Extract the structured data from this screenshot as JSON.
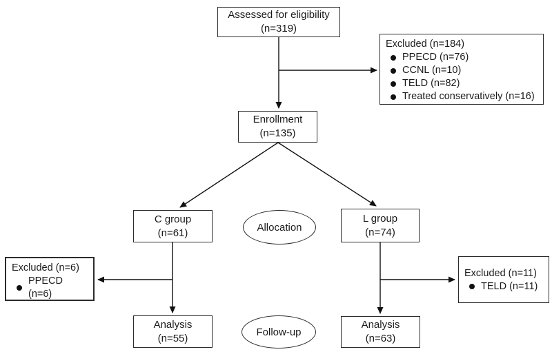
{
  "diagram": {
    "kind": "consort-flowchart",
    "background_color": "#ffffff",
    "line_color": "#111111",
    "border_color": "#2b2b2b",
    "text_color": "#1a1a1a"
  },
  "nodes": {
    "assessed": {
      "line1": "Assessed for eligibility",
      "line2": "(n=319)"
    },
    "excluded_top": {
      "title": "Excluded (n=184)",
      "items": [
        "PPECD (n=76)",
        "CCNL (n=10)",
        "TELD (n=82)",
        "Treated conservatively (n=16)"
      ]
    },
    "enrollment": {
      "line1": "Enrollment",
      "line2": "(n=135)"
    },
    "c_group": {
      "line1": "C group",
      "line2": "(n=61)"
    },
    "l_group": {
      "line1": "L group",
      "line2": "(n=74)"
    },
    "allocation": {
      "label": "Allocation"
    },
    "excluded_left": {
      "title": "Excluded (n=6)",
      "items": [
        "PPECD (n=6)"
      ]
    },
    "excluded_right": {
      "title": "Excluded (n=11)",
      "items": [
        "TELD (n=11)"
      ]
    },
    "analysis_left": {
      "line1": "Analysis",
      "line2": "(n=55)"
    },
    "analysis_right": {
      "line1": "Analysis",
      "line2": "(n=63)"
    },
    "followup": {
      "label": "Follow-up"
    }
  }
}
